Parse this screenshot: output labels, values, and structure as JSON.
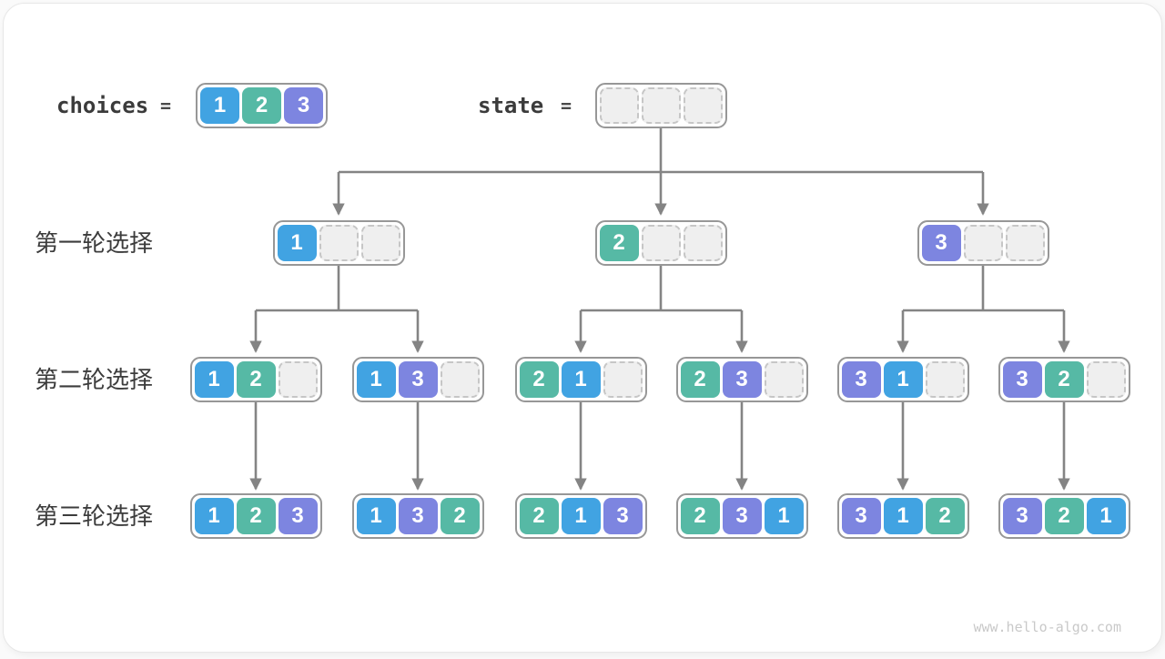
{
  "header": {
    "choices_label": "choices",
    "choices_equals": "=",
    "choices_values": [
      "1",
      "2",
      "3"
    ],
    "state_label": "state",
    "state_equals": "=",
    "state_empty_slots": 3
  },
  "row_labels": [
    "第一轮选择",
    "第二轮选择",
    "第三轮选择"
  ],
  "tree": {
    "level1": [
      [
        "1",
        "",
        ""
      ],
      [
        "2",
        "",
        ""
      ],
      [
        "3",
        "",
        ""
      ]
    ],
    "level2": [
      [
        "1",
        "2",
        ""
      ],
      [
        "1",
        "3",
        ""
      ],
      [
        "2",
        "1",
        ""
      ],
      [
        "2",
        "3",
        ""
      ],
      [
        "3",
        "1",
        ""
      ],
      [
        "3",
        "2",
        ""
      ]
    ],
    "level3": [
      [
        "1",
        "2",
        "3"
      ],
      [
        "1",
        "3",
        "2"
      ],
      [
        "2",
        "1",
        "3"
      ],
      [
        "2",
        "3",
        "1"
      ],
      [
        "3",
        "1",
        "2"
      ],
      [
        "3",
        "2",
        "1"
      ]
    ]
  },
  "colors": {
    "1": "#41a3e2",
    "2": "#56b9a5",
    "3": "#7d85e0",
    "node_border": "#979797",
    "arrow": "#848484",
    "empty_fill": "#efefef",
    "empty_border": "#c6c6c6",
    "label_text": "#3c3c3c",
    "watermark_text": "#c9c9c9"
  },
  "watermark": "www.hello-algo.com"
}
